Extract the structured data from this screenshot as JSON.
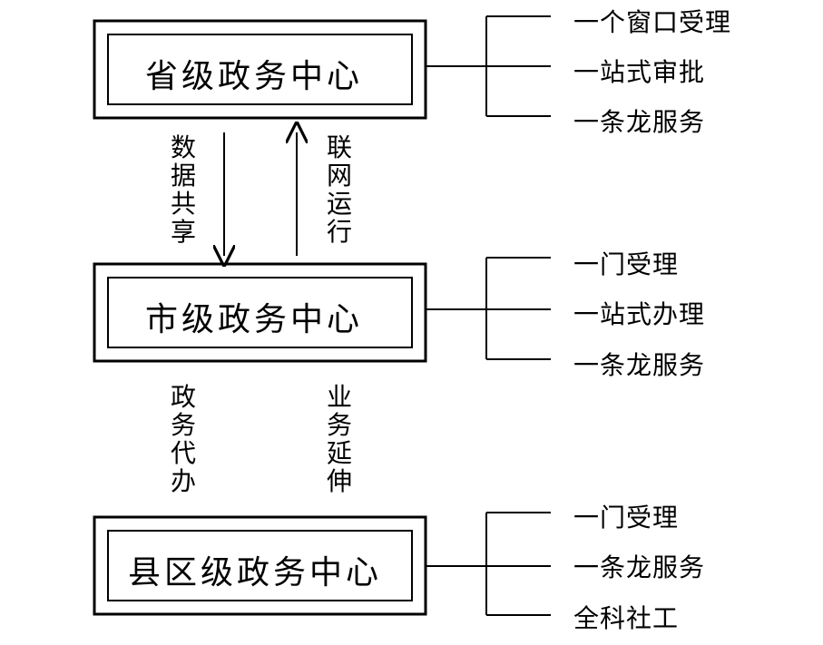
{
  "colors": {
    "stroke": "#000000",
    "background": "#ffffff"
  },
  "boxes": [
    {
      "title": "省级政务中心",
      "items": [
        "一个窗口受理",
        "一站式审批",
        "一条龙服务"
      ]
    },
    {
      "title": "市级政务中心",
      "items": [
        "一门受理",
        "一站式办理",
        "一条龙服务"
      ]
    },
    {
      "title": "县区级政务中心",
      "items": [
        "一门受理",
        "一条龙服务",
        "全科社工"
      ]
    }
  ],
  "links": {
    "top_down": "数据共享",
    "top_up": "联网运行",
    "bottom_left": "政务代办",
    "bottom_right": "业务延伸"
  }
}
